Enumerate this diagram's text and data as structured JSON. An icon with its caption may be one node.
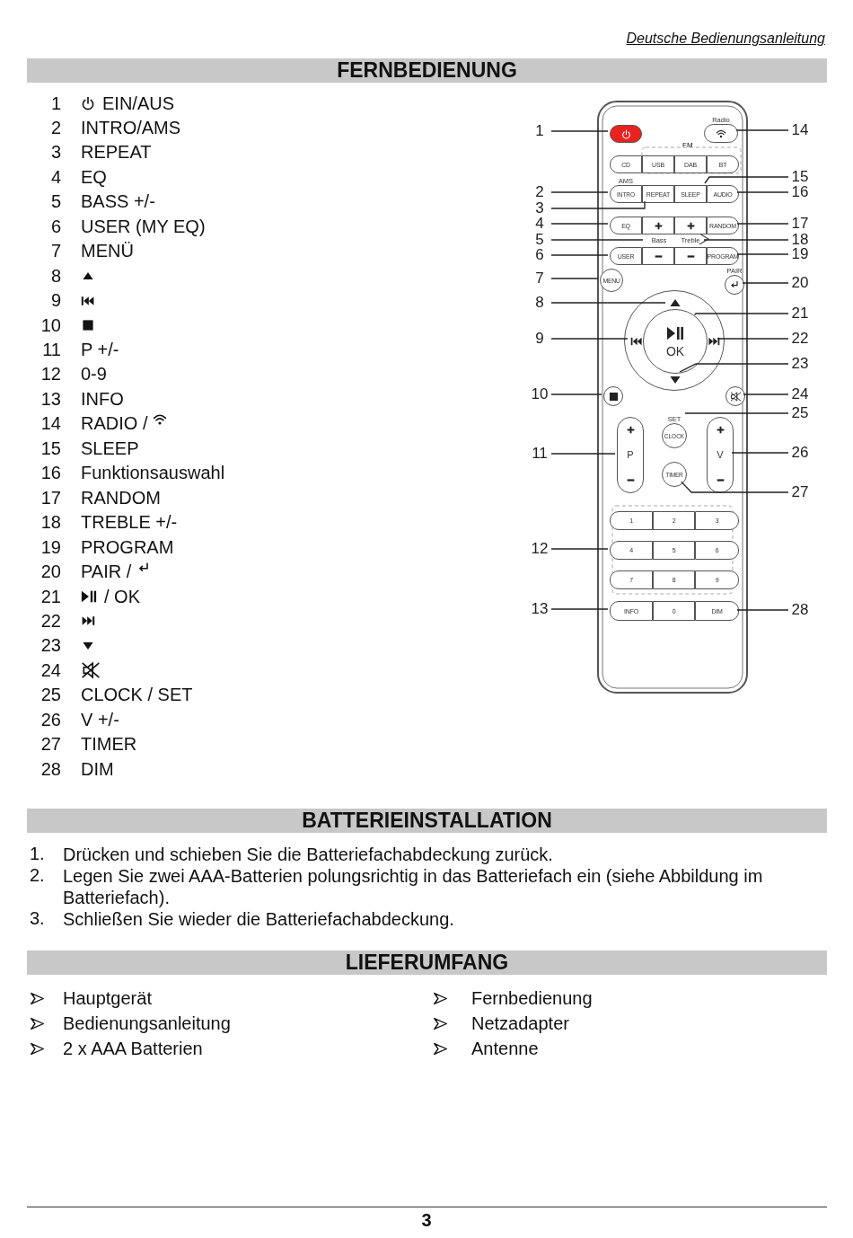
{
  "diagram": {
    "nodes": [
      {
        "text": [],
        "shape": "box"
      },
      {
        "text": [],
        "shape": "box",
        "in": 0
      },
      {
        "text": [
          "Radio"
        ],
        "in": 0
      },
      {
        "text": [
          "CD"
        ],
        "in": 0
      },
      {
        "text": [
          "USB"
        ],
        "in": 0
      },
      {
        "text": [
          "DAB"
        ],
        "in": 0
      },
      {
        "text": [
          "BT"
        ],
        "in": 0
      },
      {
        "text": [
          "AMS",
          "INTRO"
        ],
        "in": 0
      },
      {
        "text": [
          "REPEAT"
        ],
        "in": 0
      },
      {
        "text": [
          "SLEEP"
        ],
        "in": 0
      },
      {
        "text": [
          "AUDIO"
        ],
        "in": 0
      },
      {
        "text": [
          "EQ"
        ],
        "in": 0
      },
      {
        "text": [],
        "shape": "box",
        "in": 0
      },
      {
        "text": [],
        "shape": "box",
        "in": 0
      },
      {
        "text": [
          "RANDOM"
        ],
        "in": 0
      },
      {
        "text": [
          "Bass"
        ],
        "in": 0
      },
      {
        "text": [
          "Treble"
        ],
        "in": 0
      },
      {
        "text": [
          "USER"
        ],
        "in": 0
      },
      {
        "text": [],
        "shape": "box",
        "in": 0
      },
      {
        "text": [],
        "shape": "box",
        "in": 0
      },
      {
        "text": [
          "PROGRAM"
        ],
        "in": 0
      },
      {
        "text": [
          "MENU"
        ],
        "in": 0
      },
      {
        "text": [
          "PAIR"
        ],
        "in": 0
      },
      {
        "text": [],
        "shape": "circle",
        "in": 0
      },
      {
        "text": [],
        "shape": "triangle",
        "in": 23
      },
      {
        "text": [],
        "shape": "icon",
        "in": 23
      },
      {
        "text": [
          "OK"
        ],
        "in": 23
      },
      {
        "text": [],
        "shape": "icon",
        "in": 23
      },
      {
        "text": [],
        "shape": "triangle",
        "in": 23
      },
      {
        "text": [],
        "shape": "circle",
        "in": 0
      },
      {
        "text": [],
        "shape": "circle",
        "in": 0
      },
      {
        "text": [
          "P"
        ],
        "in": 0
      },
      {
        "text": [
          "SET",
          "CLOCK"
        ],
        "in": 0
      },
      {
        "text": [
          "V"
        ],
        "in": 0
      },
      {
        "text": [
          "TIMER"
        ],
        "in": 0
      },
      {
        "text": [
          "1"
        ],
        "in": 0
      },
      {
        "text": [
          "2"
        ],
        "in": 0
      },
      {
        "text": [
          "3"
        ],
        "in": 0
      },
      {
        "text": [
          "4"
        ],
        "in": 0
      },
      {
        "text": [
          "5"
        ],
        "in": 0
      },
      {
        "text": [
          "6"
        ],
        "in": 0
      },
      {
        "text": [
          "7"
        ],
        "in": 0
      },
      {
        "text": [
          "8"
        ],
        "in": 0
      },
      {
        "text": [
          "9"
        ],
        "in": 0
      },
      {
        "text": [
          "INFO"
        ],
        "in": 0
      },
      {
        "text": [
          "0"
        ],
        "in": 0
      },
      {
        "text": [
          "DIM"
        ],
        "in": 0
      },
      {
        "text": [
          "1"
        ]
      },
      {
        "text": [
          "2"
        ]
      },
      {
        "text": [
          "3"
        ]
      },
      {
        "text": [
          "4"
        ]
      },
      {
        "text": [
          "5"
        ]
      },
      {
        "text": [
          "6"
        ]
      },
      {
        "text": [
          "7"
        ]
      },
      {
        "text": [
          "8"
        ]
      },
      {
        "text": [
          "9"
        ]
      },
      {
        "text": [
          "10"
        ]
      },
      {
        "text": [
          "11"
        ]
      },
      {
        "text": [
          "12"
        ]
      },
      {
        "text": [
          "13"
        ]
      },
      {
        "text": [
          "14"
        ]
      },
      {
        "text": [
          "15"
        ]
      },
      {
        "text": [
          "16"
        ]
      },
      {
        "text": [
          "17"
        ]
      },
      {
        "text": [
          "18"
        ]
      },
      {
        "text": [
          "19"
        ]
      },
      {
        "text": [
          "20"
        ]
      },
      {
        "text": [
          "21"
        ]
      },
      {
        "text": [
          "22"
        ]
      },
      {
        "text": [
          "23"
        ]
      },
      {
        "text": [
          "24"
        ]
      },
      {
        "text": [
          "25"
        ]
      },
      {
        "text": [
          "26"
        ]
      },
      {
        "text": [
          "27"
        ]
      },
      {
        "text": [
          "28"
        ]
      }
    ],
    "edges": [
      {
        "from": 47,
        "to": 1,
        "arrow": "none"
      },
      {
        "from": 48,
        "to": 7,
        "arrow": "none"
      },
      {
        "from": 49,
        "to": 8,
        "arrow": "none"
      },
      {
        "from": 50,
        "to": 11,
        "arrow": "none"
      },
      {
        "from": 51,
        "to": 15,
        "arrow": "none"
      },
      {
        "from": 52,
        "to": 17,
        "arrow": "none"
      },
      {
        "from": 53,
        "to": 21,
        "arrow": "none"
      },
      {
        "from": 54,
        "to": 24,
        "arrow": "none"
      },
      {
        "from": 55,
        "to": 25,
        "arrow": "none"
      },
      {
        "from": 56,
        "to": 29,
        "arrow": "none"
      },
      {
        "from": 57,
        "to": 31,
        "arrow": "none"
      },
      {
        "from": 58,
        "to": 38,
        "arrow": "none"
      },
      {
        "from": 59,
        "to": 44,
        "arrow": "none"
      },
      {
        "from": 60,
        "to": 2,
        "arrow": "none"
      },
      {
        "from": 61,
        "to": 9,
        "arrow": "none"
      },
      {
        "from": 62,
        "to": 10,
        "arrow": "none"
      },
      {
        "from": 63,
        "to": 14,
        "arrow": "none"
      },
      {
        "from": 64,
        "to": 16,
        "arrow": "none"
      },
      {
        "from": 65,
        "to": 20,
        "arrow": "none"
      },
      {
        "from": 66,
        "to": 22,
        "arrow": "none"
      },
      {
        "from": 67,
        "to": 26,
        "arrow": "none"
      },
      {
        "from": 68,
        "to": 27,
        "arrow": "none"
      },
      {
        "from": 69,
        "to": 28,
        "arrow": "none"
      },
      {
        "from": 70,
        "to": 30,
        "arrow": "none"
      },
      {
        "from": 71,
        "to": 32,
        "arrow": "none"
      },
      {
        "from": 72,
        "to": 33,
        "arrow": "none"
      },
      {
        "from": 73,
        "to": 34,
        "arrow": "none"
      },
      {
        "from": 74,
        "to": 46,
        "arrow": "none"
      }
    ],
    "labels": [
      "Deutsche Bedienungsanleitung",
      "FERNBEDIENUNG",
      "1",
      "EIN/AUS",
      "2",
      "INTRO/AMS",
      "3",
      "REPEAT",
      "4",
      "EQ",
      "5",
      "BASS +/-",
      "6",
      "USER (MY EQ)",
      "7",
      "MENÜ",
      "8",
      "9",
      "10",
      "11",
      "P +/-",
      "12",
      "0-9",
      "13",
      "INFO",
      "14",
      "RADIO /",
      "15",
      "SLEEP",
      "16",
      "Funktionsauswahl",
      "17",
      "RANDOM",
      "18",
      "TREBLE +/-",
      "19",
      "PROGRAM",
      "20",
      "PAIR /",
      "21",
      "/ OK",
      "22",
      "23",
      "24",
      "25",
      "CLOCK / SET",
      "26",
      "V +/-",
      "27",
      "TIMER",
      "28",
      "DIM",
      "FM",
      "BATTERIEINSTALLATION",
      "1.",
      "Drücken und schieben Sie die Batteriefachabdeckung zurück.",
      "2.",
      "Legen Sie zwei AAA-Batterien polungsrichtig in das Batteriefach ein (siehe Abbildung im Batteriefach).",
      "3.",
      "Schließen Sie wieder die Batteriefachabdeckung.",
      "LIEFERUMFANG",
      "Hauptgerät",
      "Fernbedienung",
      "Bedienungsanleitung",
      "Netzadapter",
      "2 x AAA Batterien",
      "Antenne",
      "3"
    ]
  }
}
